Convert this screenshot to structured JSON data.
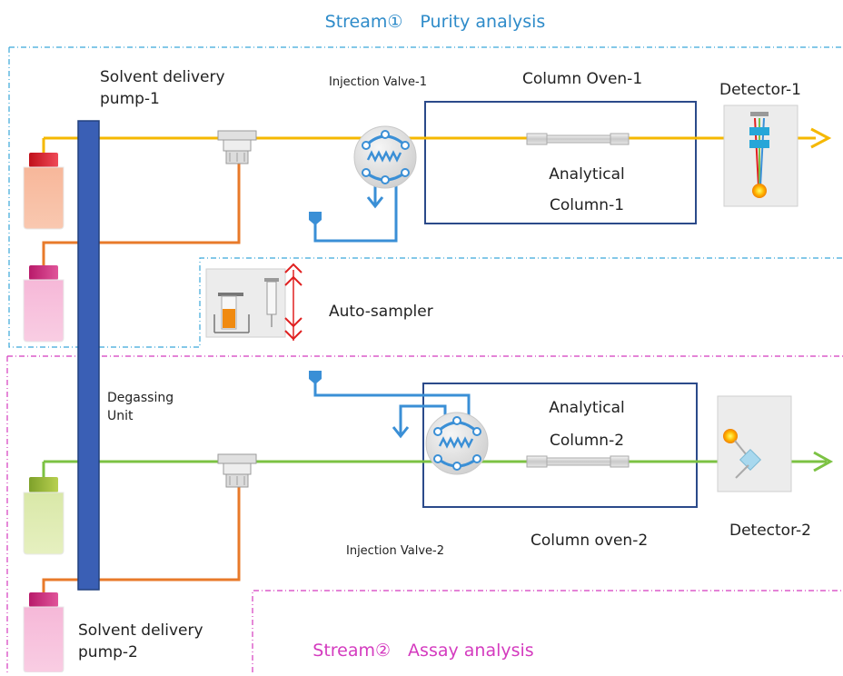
{
  "title_stream1": "Stream①　Purity analysis",
  "title_stream2": "Stream②　Assay analysis",
  "labels": {
    "pump1_line1": "Solvent delivery",
    "pump1_line2": "pump-1",
    "pump2_line1": "Solvent delivery",
    "pump2_line2": "pump-2",
    "injection_valve_1": "Injection Valve-1",
    "injection_valve_2": "Injection Valve-2",
    "column_oven_1": "Column Oven-1",
    "column_oven_2": "Column oven-2",
    "analytical_col1_line1": "Analytical",
    "analytical_col1_line2": "Column-1",
    "analytical_col2_line1": "Analytical",
    "analytical_col2_line2": "Column-2",
    "detector_1": "Detector-1",
    "detector_2": "Detector-2",
    "degassing_line1": "Degassing",
    "degassing_line2": "Unit",
    "autosampler": "Auto-sampler"
  },
  "colors": {
    "stream1_title": "#2e8bc9",
    "stream2_title": "#d43bbf",
    "stream1_border": "#3aa7d9",
    "stream2_border": "#d43bbf",
    "flow_yellow": "#f5b800",
    "flow_orange": "#e87a2a",
    "flow_green": "#7cc243",
    "flow_blue": "#3a8fd6",
    "degassing_unit": "#3a5fb5",
    "oven_border": "#2b4a8a",
    "arrow_red": "#e02020"
  },
  "icons": [
    "solvent-bottle-icon",
    "check-valve-icon",
    "injection-valve-icon",
    "column-icon",
    "detector-icon",
    "autosampler-icon",
    "needle-port-icon"
  ]
}
